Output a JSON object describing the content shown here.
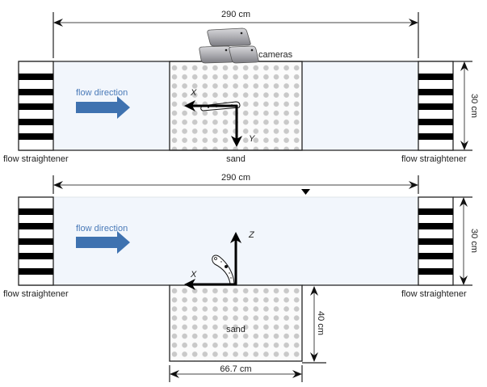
{
  "colors": {
    "flow_arrow": "#3f72b0",
    "flow_text": "#4a7ab8",
    "water": "#f2f6fc",
    "sand_dot": "#c9c9c9",
    "straightener_bar": "#000000"
  },
  "top_view": {
    "length_label": "290 cm",
    "cameras_label": "cameras",
    "flow_label": "flow direction",
    "axis_x_label": "X",
    "axis_y_label": "Y",
    "sand_label": "sand",
    "straightener_left_label": "flow straightener",
    "straightener_right_label": "flow straightener",
    "width_label": "30 cm"
  },
  "side_view": {
    "length_label": "290 cm",
    "flow_label": "flow direction",
    "axis_x_label": "X",
    "axis_z_label": "Z",
    "sand_label": "sand",
    "straightener_left_label": "flow straightener",
    "straightener_right_label": "flow straightener",
    "depth_label": "30 cm",
    "sand_depth_label": "40 cm",
    "sand_length_label": "66.7 cm"
  }
}
